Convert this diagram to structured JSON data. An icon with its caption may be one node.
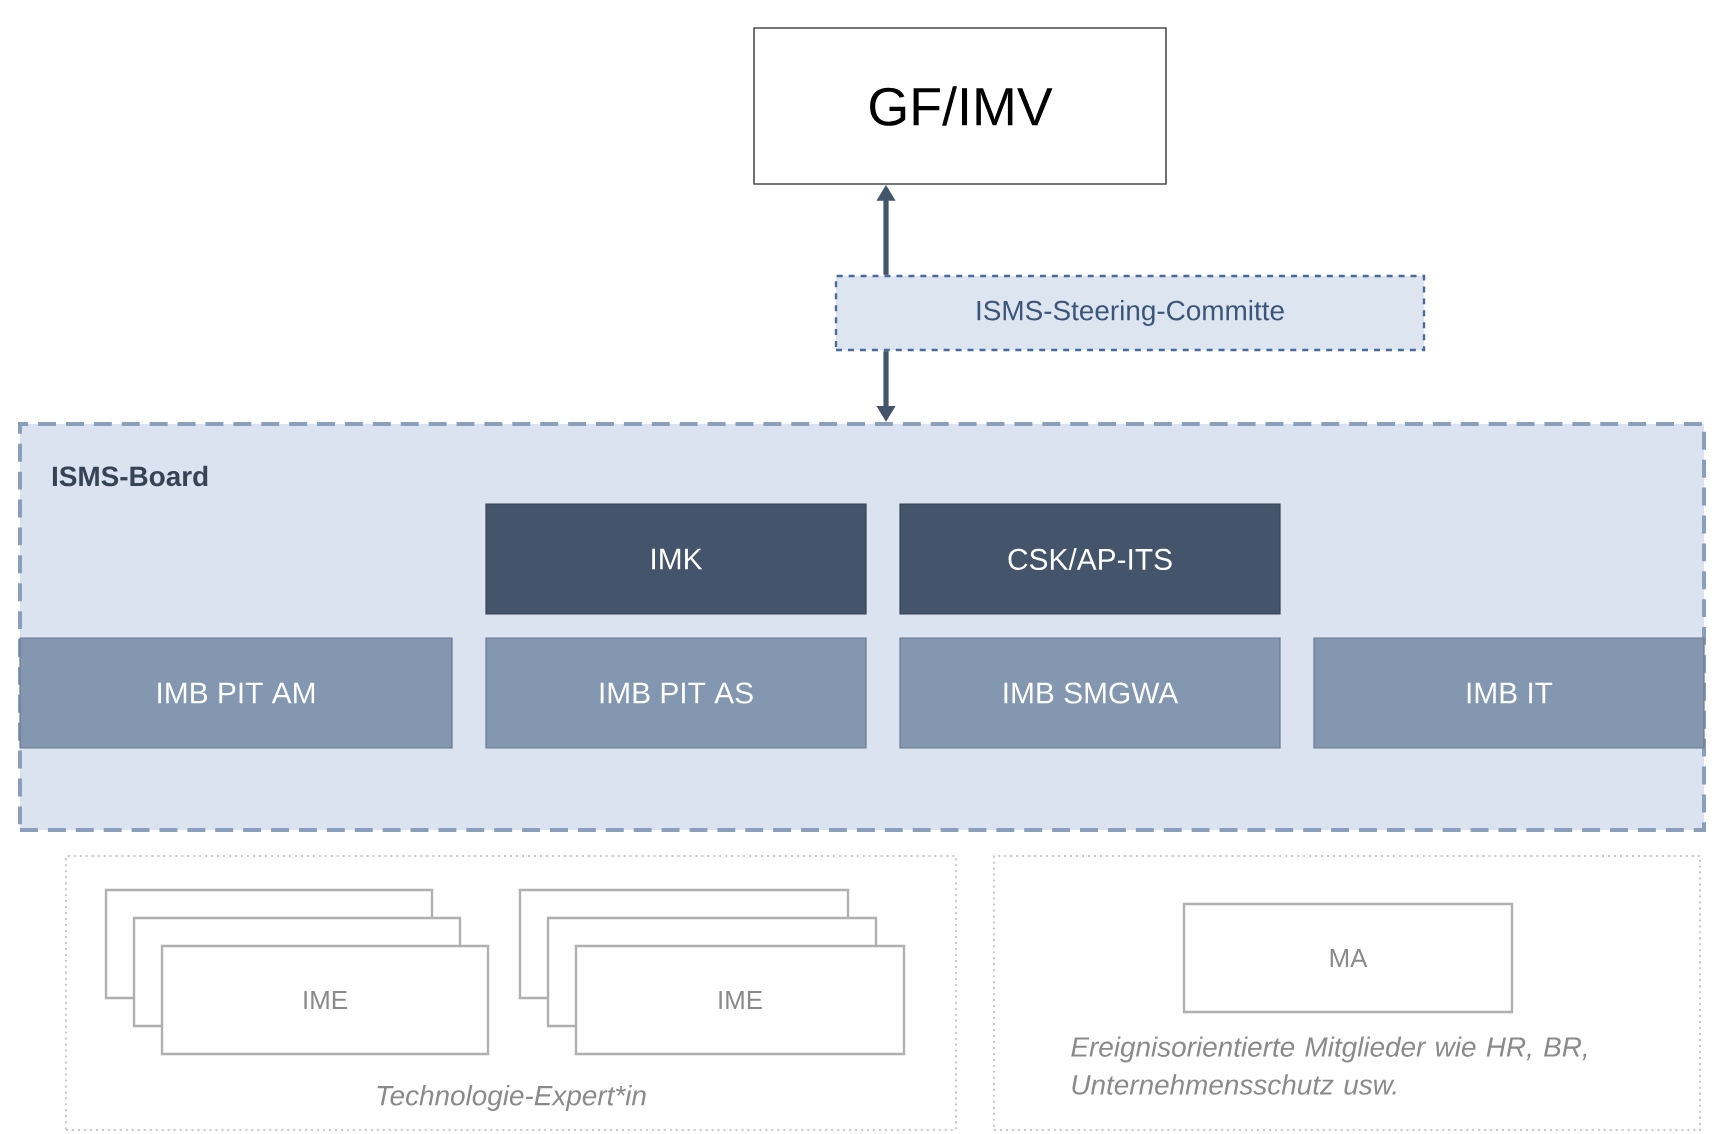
{
  "diagram": {
    "nodes": [
      {
        "text": [
          "GF/IMV"
        ]
      },
      {
        "text": [
          "ISMS-Steering-Committe"
        ]
      },
      {
        "text": [
          "ISMS-Board"
        ]
      },
      {
        "text": [
          "IMK"
        ],
        "in": 2
      },
      {
        "text": [
          "CSK/AP-ITS"
        ],
        "in": 2
      },
      {
        "text": [
          "IMB PIT AM"
        ],
        "in": 2
      },
      {
        "text": [
          "IMB PIT AS"
        ],
        "in": 2
      },
      {
        "text": [
          "IMB SMGWA"
        ],
        "in": 2
      },
      {
        "text": [
          "IMB IT"
        ],
        "in": 2
      },
      {
        "text": [
          "Technologie-Expert*in"
        ]
      },
      {
        "text": [
          "IME"
        ],
        "in": 9
      },
      {
        "text": [
          "IME"
        ],
        "in": 9
      },
      {
        "text": [
          "Ereignisorientierte Mitglieder wie HR, BR, Unternehmensschutz usw."
        ]
      },
      {
        "text": [
          "MA"
        ],
        "in": 12
      }
    ],
    "edges": [
      {
        "from": 1,
        "to": 0,
        "arrow": "to"
      },
      {
        "from": 1,
        "to": 2,
        "arrow": "to"
      }
    ]
  }
}
